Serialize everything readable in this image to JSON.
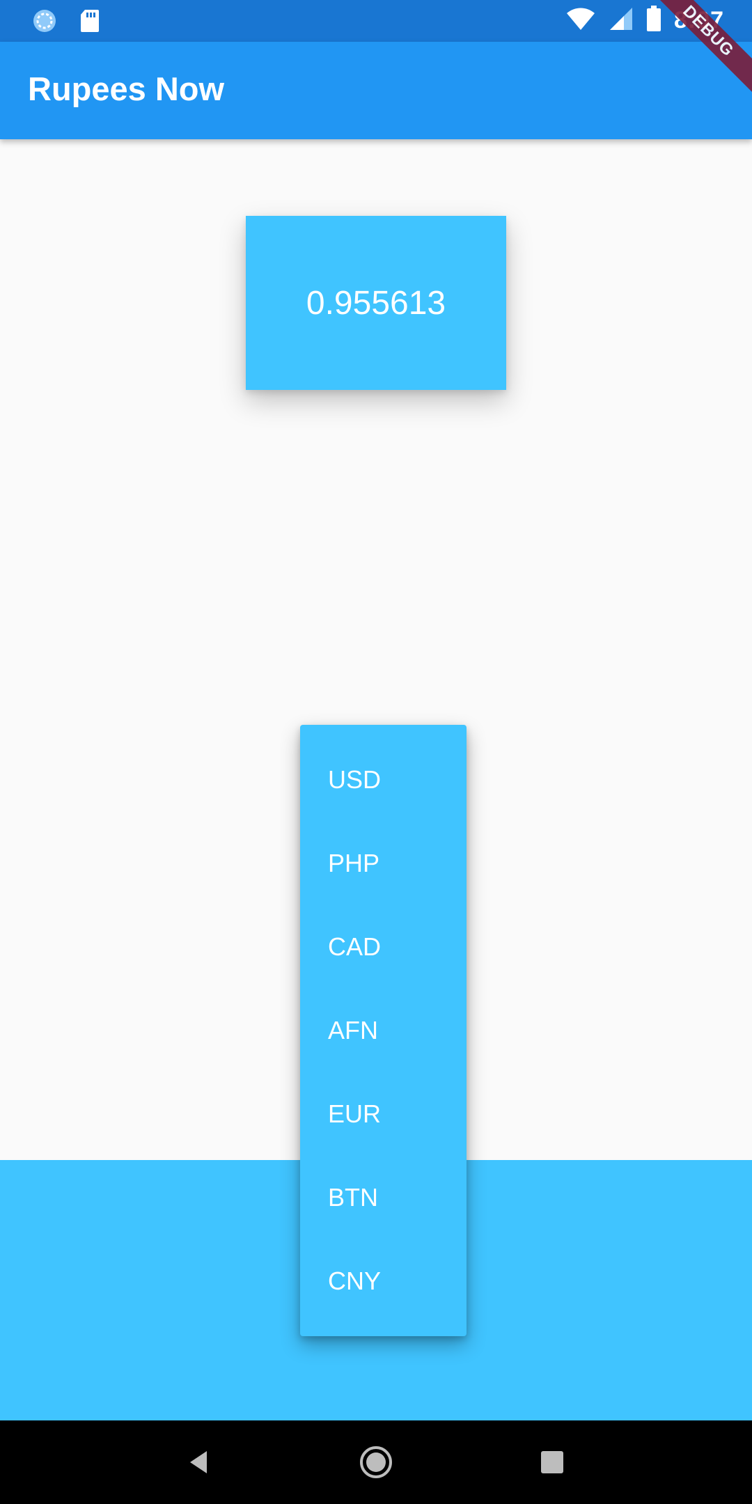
{
  "status_bar": {
    "time": "8:07",
    "icons": [
      "sync-icon",
      "sd-card-icon",
      "wifi-icon",
      "signal-icon",
      "battery-icon"
    ]
  },
  "app_bar": {
    "title": "Rupees Now"
  },
  "debug_banner": {
    "label": "DEBUG"
  },
  "result": {
    "value": "0.955613"
  },
  "currency_menu": {
    "items": [
      "USD",
      "PHP",
      "CAD",
      "AFN",
      "EUR",
      "BTN",
      "CNY"
    ]
  },
  "nav_bar": {
    "icons": [
      "back-icon",
      "home-icon",
      "recents-icon"
    ]
  },
  "colors": {
    "status_bar": "#1976d2",
    "app_bar": "#2196f3",
    "accent": "#40c4ff",
    "background": "#fafafa",
    "nav_bar": "#000000"
  }
}
